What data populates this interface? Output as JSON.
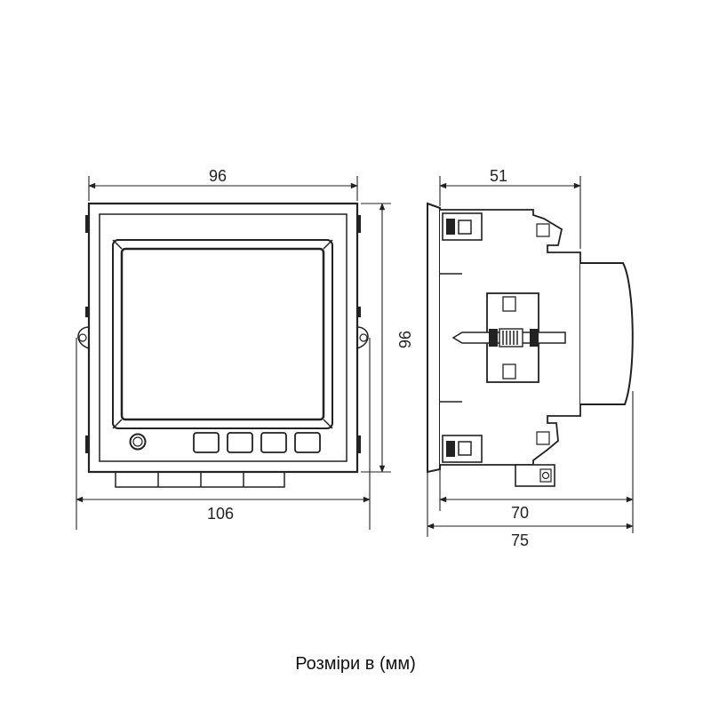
{
  "front_view": {
    "width_label": "96",
    "height_label": "96",
    "total_width_label": "106"
  },
  "side_view": {
    "top_label": "51",
    "depth_label": "70",
    "total_depth_label": "75"
  },
  "caption": "Розміри в (мм)"
}
